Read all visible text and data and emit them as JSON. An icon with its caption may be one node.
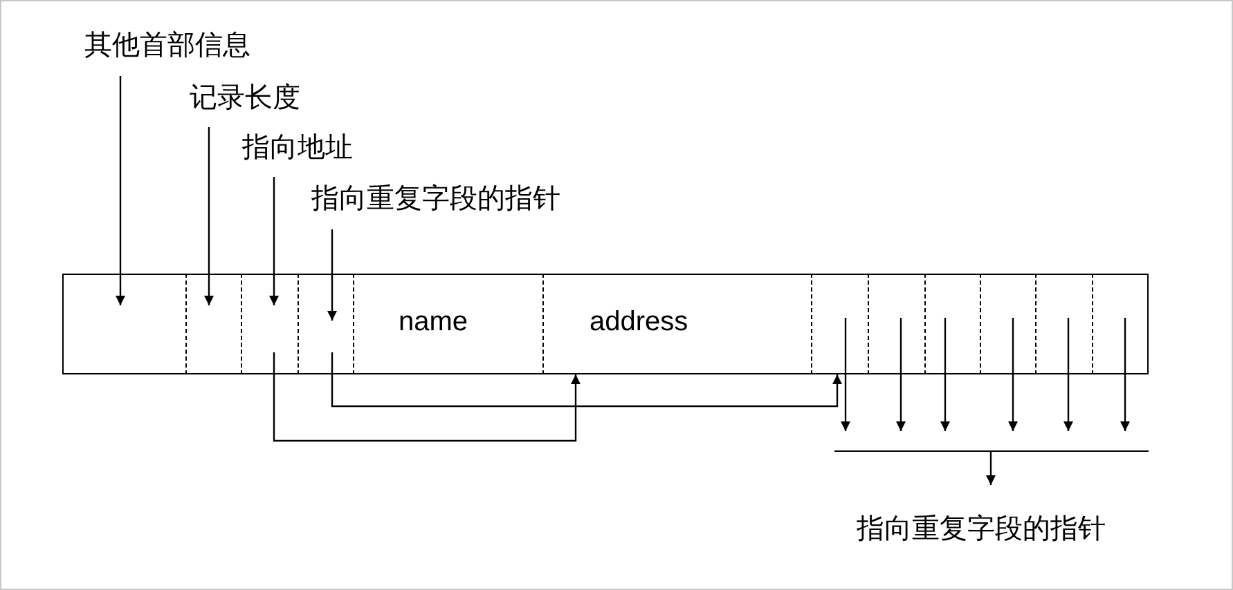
{
  "diagram": {
    "nodes": [
      {
        "text": [
          "其他首部信息"
        ]
      },
      {
        "text": [
          "记录长度"
        ]
      },
      {
        "text": [
          "指向地址"
        ]
      },
      {
        "text": [
          "指向重复字段的指针"
        ]
      },
      {
        "text": [],
        "shape": "box"
      },
      {
        "text": [],
        "shape": "box",
        "in": 4
      },
      {
        "text": [],
        "shape": "box",
        "in": 4
      },
      {
        "text": [],
        "shape": "box",
        "in": 4
      },
      {
        "text": [],
        "shape": "box",
        "in": 4
      },
      {
        "text": [
          "name"
        ],
        "in": 4
      },
      {
        "text": [
          "address"
        ],
        "in": 4
      },
      {
        "text": [],
        "shape": "box",
        "in": 4
      },
      {
        "text": [],
        "shape": "box",
        "in": 4
      },
      {
        "text": [],
        "shape": "box",
        "in": 4
      },
      {
        "text": [],
        "shape": "box",
        "in": 4
      },
      {
        "text": [],
        "shape": "box",
        "in": 4
      },
      {
        "text": [],
        "shape": "box",
        "in": 4
      },
      {
        "text": [],
        "shape": "bar"
      },
      {
        "text": [
          "指向重复字段的指针"
        ]
      }
    ],
    "edges": [
      {
        "from": 0,
        "to": 5,
        "arrow": "to"
      },
      {
        "from": 1,
        "to": 6,
        "arrow": "to"
      },
      {
        "from": 2,
        "to": 7,
        "arrow": "to"
      },
      {
        "from": 3,
        "to": 8,
        "arrow": "to"
      },
      {
        "from": 7,
        "to": 10,
        "arrow": "to"
      },
      {
        "from": 8,
        "to": 11,
        "arrow": "to"
      },
      {
        "from": 11,
        "to": 17,
        "arrow": "to"
      },
      {
        "from": 12,
        "to": 17,
        "arrow": "to"
      },
      {
        "from": 13,
        "to": 17,
        "arrow": "to"
      },
      {
        "from": 14,
        "to": 17,
        "arrow": "to"
      },
      {
        "from": 15,
        "to": 17,
        "arrow": "to"
      },
      {
        "from": 16,
        "to": 17,
        "arrow": "to"
      },
      {
        "from": 17,
        "to": 18,
        "arrow": "to"
      }
    ]
  }
}
